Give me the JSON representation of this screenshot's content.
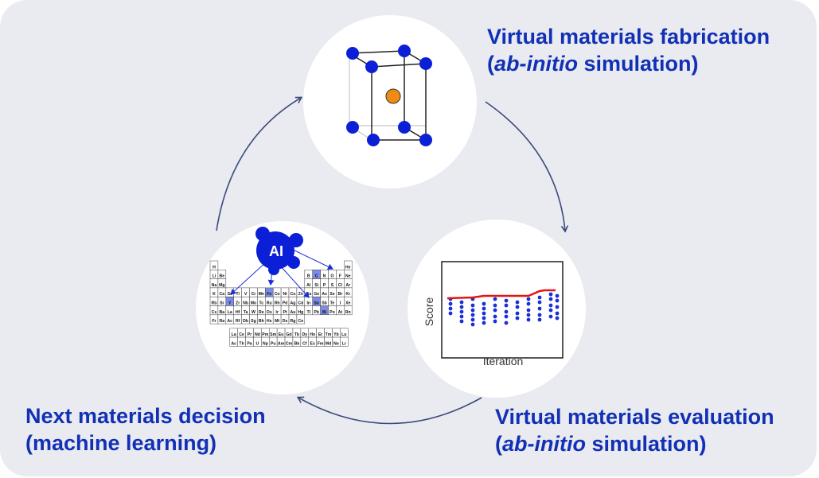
{
  "steps": {
    "fabrication": {
      "title": "Virtual materials fabrication",
      "paren_open": "(",
      "italic": "ab-initio",
      "rest": " simulation)"
    },
    "evaluation": {
      "title": "Virtual materials evaluation",
      "paren_open": "(",
      "italic": "ab-initio",
      "rest": " simulation)"
    },
    "decision": {
      "title": "Next materials decision",
      "subtitle": "(machine learning)"
    }
  },
  "ai_badge": "AI",
  "score_plot": {
    "ylabel": "Score",
    "xlabel": "Iteration"
  },
  "periodic_table": {
    "highlighted": [
      "Y",
      "Fe",
      "C",
      "Sn",
      "Bi"
    ],
    "rows": [
      [
        "H",
        "",
        "",
        "",
        "",
        "",
        "",
        "",
        "",
        "",
        "",
        "",
        "",
        "",
        "",
        "",
        "",
        "He"
      ],
      [
        "Li",
        "Be",
        "",
        "",
        "",
        "",
        "",
        "",
        "",
        "",
        "",
        "",
        "B",
        "C",
        "N",
        "O",
        "F",
        "Ne"
      ],
      [
        "Na",
        "Mg",
        "",
        "",
        "",
        "",
        "",
        "",
        "",
        "",
        "",
        "",
        "Al",
        "Si",
        "P",
        "S",
        "Cl",
        "Ar"
      ],
      [
        "K",
        "Ca",
        "Sc",
        "Ti",
        "V",
        "Cr",
        "Mn",
        "Fe",
        "Co",
        "Ni",
        "Cu",
        "Zn",
        "Ga",
        "Ge",
        "As",
        "Se",
        "Br",
        "Kr"
      ],
      [
        "Rb",
        "Sr",
        "Y",
        "Zr",
        "Nb",
        "Mo",
        "Tc",
        "Ru",
        "Rh",
        "Pd",
        "Ag",
        "Cd",
        "In",
        "Sn",
        "Sb",
        "Te",
        "I",
        "Xe"
      ],
      [
        "Cs",
        "Ba",
        "La",
        "Hf",
        "Ta",
        "W",
        "Re",
        "Os",
        "Ir",
        "Pt",
        "Au",
        "Hg",
        "Tl",
        "Pb",
        "Bi",
        "Po",
        "At",
        "Rn"
      ],
      [
        "Fr",
        "Ra",
        "Ac",
        "Rf",
        "Db",
        "Sg",
        "Bh",
        "Hs",
        "Mt",
        "Ds",
        "Rg",
        "Cn",
        "",
        "",
        "",
        "",
        "",
        ""
      ]
    ],
    "f_rows": [
      [
        "La",
        "Ce",
        "Pr",
        "Nd",
        "Pm",
        "Sm",
        "Eu",
        "Gd",
        "Tb",
        "Dy",
        "Ho",
        "Er",
        "Tm",
        "Yb",
        "Lu"
      ],
      [
        "Ac",
        "Th",
        "Pa",
        "U",
        "Np",
        "Pu",
        "Am",
        "Cm",
        "Bk",
        "Cf",
        "Es",
        "Fm",
        "Md",
        "No",
        "Lr"
      ]
    ]
  },
  "colors": {
    "accent": "#1230b6",
    "node": "#0b1fd6",
    "center_atom": "#f08a12",
    "best_line": "#e01616",
    "highlight": "#7c8be6",
    "arrow": "#3b4a7a"
  }
}
